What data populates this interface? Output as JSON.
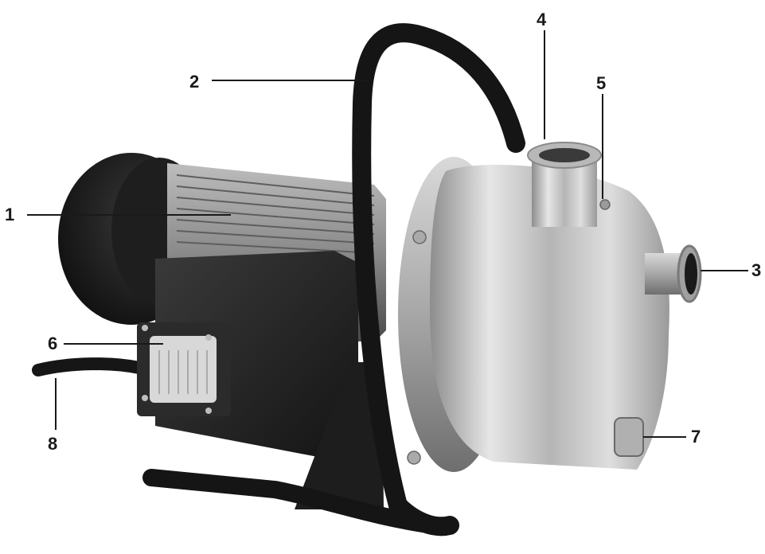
{
  "callouts": {
    "c1": "1",
    "c2": "2",
    "c3": "3",
    "c4": "4",
    "c5": "5",
    "c6": "6",
    "c7": "7",
    "c8": "8"
  },
  "colors": {
    "frame": "#151515",
    "motor_cap": "#1c1c1c",
    "motor_body": "#8a8a8a",
    "steel": "#c4c4c4",
    "terminal_box": "#2a2a2a",
    "leader": "#1a1a1a"
  }
}
